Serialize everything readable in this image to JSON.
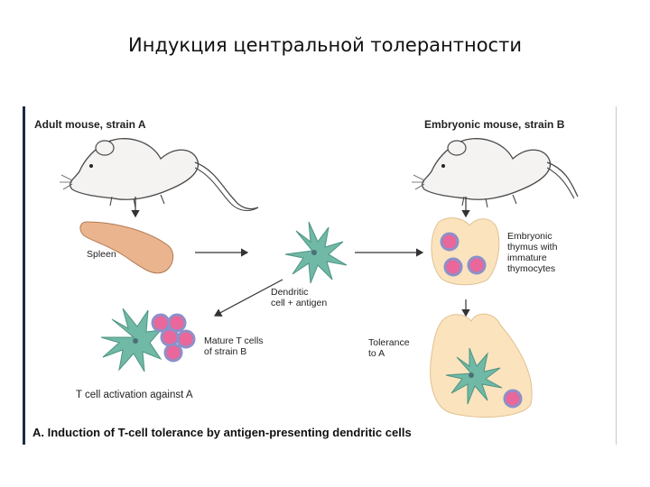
{
  "slide": {
    "title": "Индукция центральной толерантности"
  },
  "figure": {
    "adult_label": "Adult mouse, strain A",
    "embryo_label": "Embryonic mouse, strain B",
    "spleen_label": "Spleen",
    "dendritic_label": [
      "Dendritic",
      "cell + antigen"
    ],
    "thymus_label": [
      "Embryonic",
      "thymus with",
      "immature",
      "thymocytes"
    ],
    "mature_label": [
      "Mature T cells",
      "of strain B"
    ],
    "tolerance_label": [
      "Tolerance",
      "to A"
    ],
    "activation_label": "T cell activation against A",
    "caption": "A. Induction of T-cell tolerance by antigen-presenting dendritic cells"
  },
  "colors": {
    "mouse_body": "#f4f3f1",
    "mouse_outline": "#4a4a4a",
    "spleen": "#e9b48e",
    "dendritic": "#6fb9a6",
    "thymus": "#fbe3bd",
    "tcell": "#e9679a",
    "tcell_ring": "#8e90c9",
    "arrow": "#333333"
  }
}
